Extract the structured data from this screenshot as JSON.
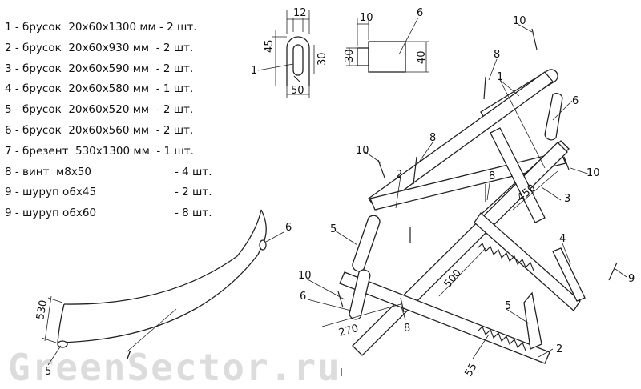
{
  "parts": [
    {
      "text": "1 - брусок  20x60x1300 мм - 2 шт."
    },
    {
      "text": "2 - брусок  20x60x930 мм  - 2 шт."
    },
    {
      "text": "3 - брусок  20x60x590 мм  - 2 шт."
    },
    {
      "text": "4 - брусок  20x60x580 мм  - 1 шт."
    },
    {
      "text": "5 - брусок  20x60x520 мм  - 2 шт."
    },
    {
      "text": "6 - брусок  20x60x560 мм  - 2 шт."
    },
    {
      "text": "7 - брезент  530x1300 мм  - 1 шт."
    },
    {
      "text": "8 - винт  м8x50",
      "qty": "- 4 шт."
    },
    {
      "text": "9 - шуруп о6x45",
      "qty": "- 2 шт."
    },
    {
      "text": "9 - шуруп о6x60",
      "qty": "- 8 шт."
    }
  ],
  "watermark": "GreenSector.ru",
  "detail1": {
    "dim_top": "12",
    "dim_left": "45",
    "dim_right": "30",
    "dim_bottom": "50",
    "label": "1"
  },
  "detail6": {
    "dim_top": "10",
    "dim_left": "30",
    "dim_right": "40",
    "label": "6"
  },
  "fabric": {
    "dim": "530",
    "label_fabric": "7",
    "label_top": "6",
    "label_bottom": "5"
  },
  "assembly": {
    "dims": {
      "d450": "450",
      "d500": "500",
      "d270": "270",
      "d55": "55"
    },
    "labels": [
      "10",
      "8",
      "1",
      "6",
      "8",
      "10",
      "2",
      "10",
      "8",
      "3",
      "5",
      "4",
      "10",
      "6",
      "9",
      "5",
      "8",
      "2"
    ]
  },
  "colors": {
    "line": "#222222",
    "watermark": "#dcdcdc"
  }
}
